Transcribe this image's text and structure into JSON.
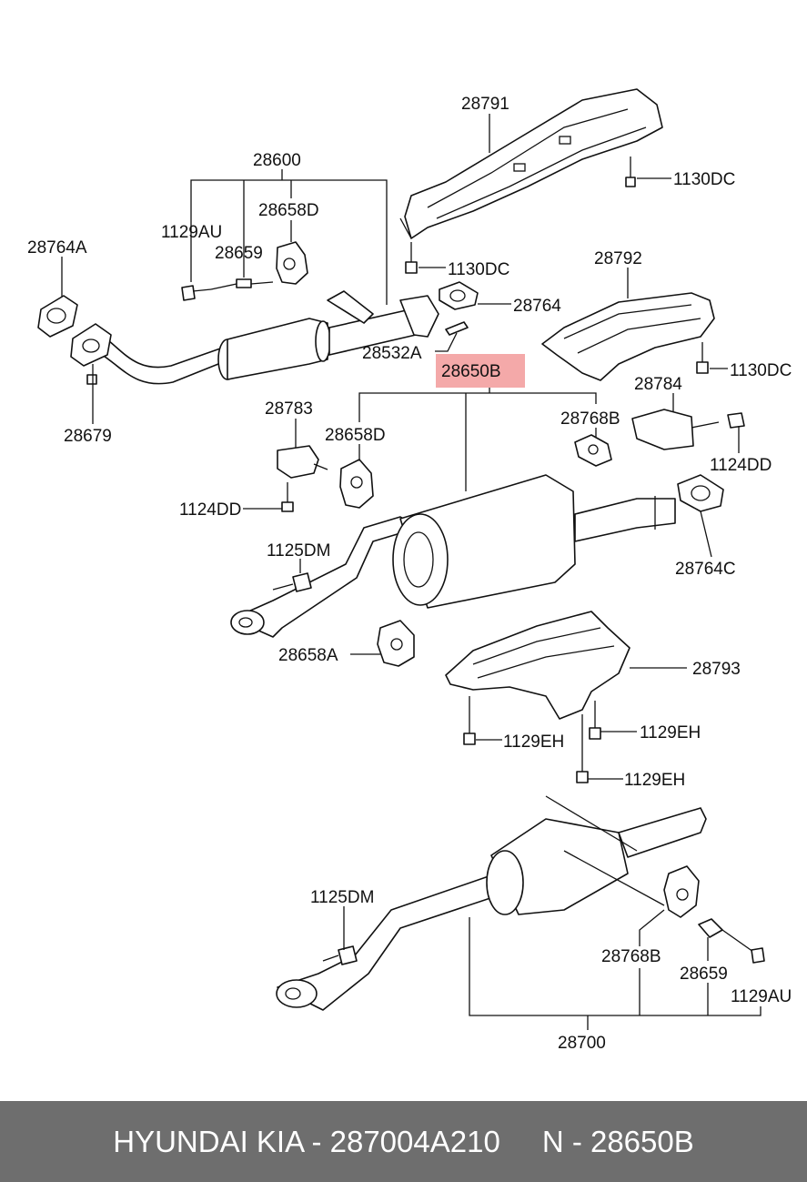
{
  "labels": {
    "l28791": "28791",
    "l1130dc_a": "1130DC",
    "l28600": "28600",
    "l28658d_a": "28658D",
    "l1129au_a": "1129AU",
    "l28764a": "28764A",
    "l28659_a": "28659",
    "l1130dc_b": "1130DC",
    "l28764": "28764",
    "l28792": "28792",
    "l28532a": "28532A",
    "l1130dc_c": "1130DC",
    "l28650b": "28650B",
    "l28679": "28679",
    "l28783": "28783",
    "l28658d_b": "28658D",
    "l28768b_a": "28768B",
    "l28784": "28784",
    "l1124dd_a": "1124DD",
    "l1124dd_b": "1124DD",
    "l1125dm_a": "1125DM",
    "l28764c": "28764C",
    "l28658a": "28658A",
    "l28793": "28793",
    "l1129eh_a": "1129EH",
    "l1129eh_b": "1129EH",
    "l1129eh_c": "1129EH",
    "l1125dm_b": "1125DM",
    "l28768b_b": "28768B",
    "l28659_b": "28659",
    "l1129au_b": "1129AU",
    "l28700": "28700"
  },
  "footer": {
    "part_number": "HYUNDAI KIA - 287004A210",
    "ref_number": "N - 28650B"
  },
  "highlight_color": "#f29a9a"
}
